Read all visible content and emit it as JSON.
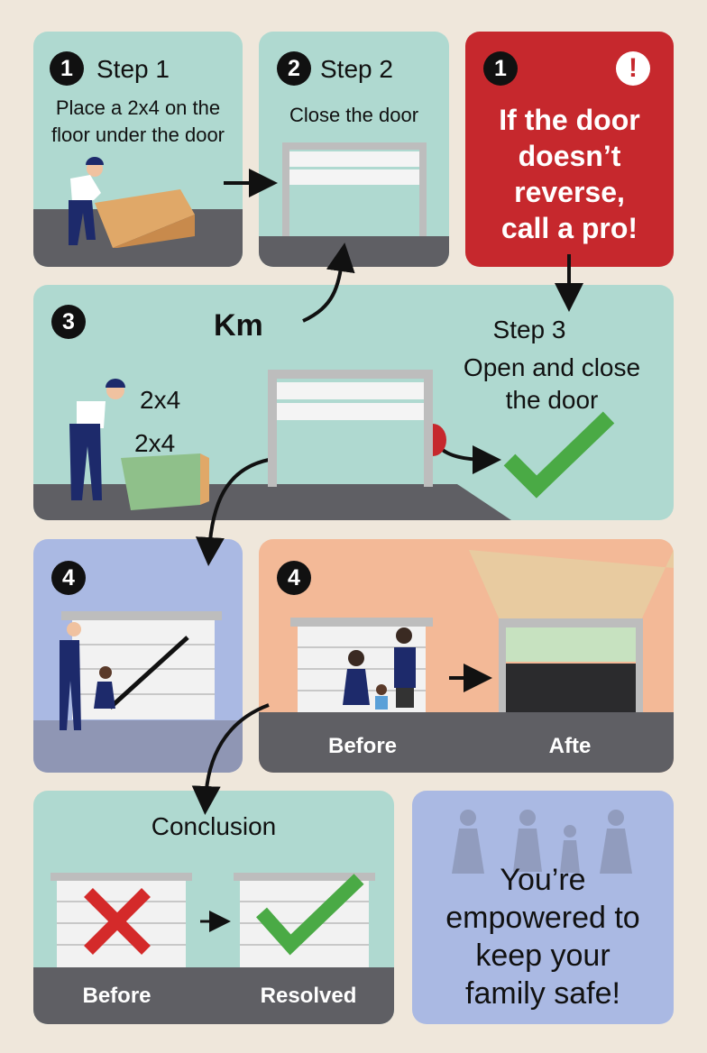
{
  "panels": {
    "step1": {
      "badge": "1",
      "title": "Step 1",
      "text_line1": "Place a 2x4 on the",
      "text_line2": "floor under the door"
    },
    "step2": {
      "badge": "2",
      "title": "Step 2",
      "text": "Close the door"
    },
    "warning": {
      "badge": "1",
      "alert_icon": "!",
      "line1": "If the door",
      "line2": "doesn’t",
      "line3": "reverse,",
      "line4": "call a pro!"
    },
    "step3": {
      "badge": "3",
      "odd_label": "Km",
      "title": "Step 3",
      "text_line1": "Open and close",
      "text_line2": "the door",
      "label_a": "2x4",
      "label_b": "2x4"
    },
    "step4a": {
      "badge": "4"
    },
    "step4b": {
      "badge": "4",
      "before": "Before",
      "after": "Afte"
    },
    "conclusion": {
      "title": "Conclusion",
      "before": "Before",
      "resolved": "Resolved"
    },
    "empowered": {
      "line1": "You’re",
      "line2": "empowered to",
      "line3": "keep your",
      "line4": "family safe!"
    }
  },
  "colors": {
    "teal": "#afd9d0",
    "red": "#c6282d",
    "blue": "#aab9e3",
    "peach": "#f3b997",
    "floor": "#5f5f64",
    "check": "#4aaa45",
    "cross": "#d42a2a"
  }
}
